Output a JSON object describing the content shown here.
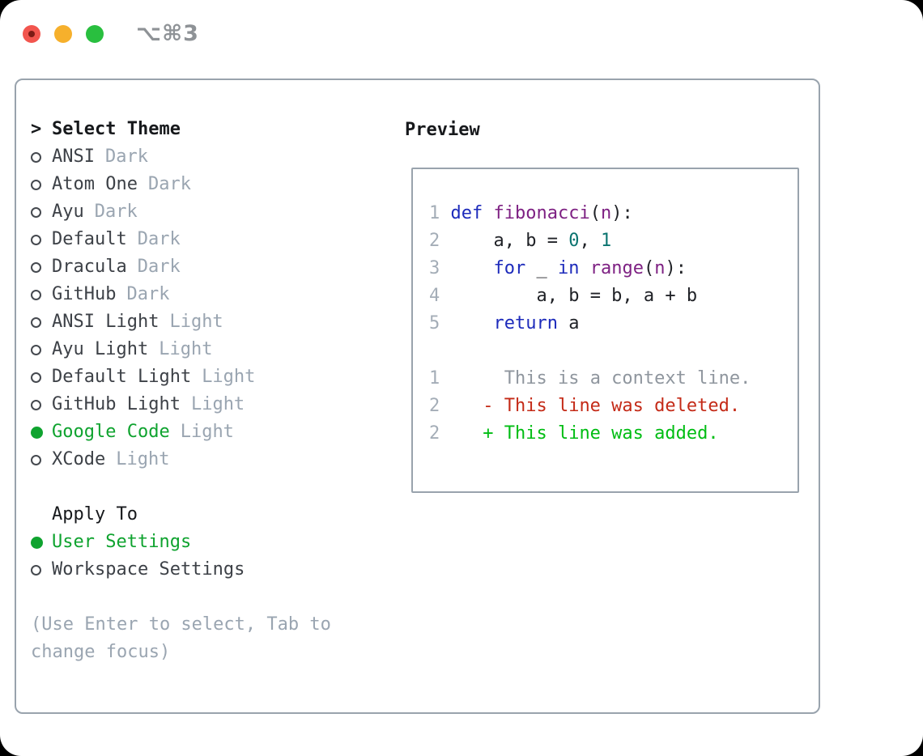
{
  "window": {
    "title": "⌥⌘3"
  },
  "theme_list": {
    "header_prefix": ">",
    "header": "Select Theme",
    "items": [
      {
        "name": "ANSI",
        "tag": "Dark",
        "selected": false
      },
      {
        "name": "Atom One",
        "tag": "Dark",
        "selected": false
      },
      {
        "name": "Ayu",
        "tag": "Dark",
        "selected": false
      },
      {
        "name": "Default",
        "tag": "Dark",
        "selected": false
      },
      {
        "name": "Dracula",
        "tag": "Dark",
        "selected": false
      },
      {
        "name": "GitHub",
        "tag": "Dark",
        "selected": false
      },
      {
        "name": "ANSI Light",
        "tag": "Light",
        "selected": false
      },
      {
        "name": "Ayu Light",
        "tag": "Light",
        "selected": false
      },
      {
        "name": "Default Light",
        "tag": "Light",
        "selected": false
      },
      {
        "name": "GitHub Light",
        "tag": "Light",
        "selected": false
      },
      {
        "name": "Google Code",
        "tag": "Light",
        "selected": true
      },
      {
        "name": "XCode",
        "tag": "Light",
        "selected": false
      }
    ]
  },
  "apply_to": {
    "header": "Apply To",
    "items": [
      {
        "name": "User Settings",
        "selected": true
      },
      {
        "name": "Workspace Settings",
        "selected": false
      }
    ]
  },
  "help": {
    "line1": "(Use Enter to select, Tab to",
    "line2": "change focus)"
  },
  "preview": {
    "header": "Preview",
    "lines": [
      {
        "num": "1",
        "indent": " ",
        "tokens": [
          {
            "t": "def",
            "c": "kw"
          },
          {
            "t": " ",
            "c": "pl"
          },
          {
            "t": "fibonacci",
            "c": "fn"
          },
          {
            "t": "(",
            "c": "pl"
          },
          {
            "t": "n",
            "c": "fn"
          },
          {
            "t": "):",
            "c": "pl"
          }
        ]
      },
      {
        "num": "2",
        "indent": "     ",
        "tokens": [
          {
            "t": "a, b = ",
            "c": "pl"
          },
          {
            "t": "0",
            "c": "lit"
          },
          {
            "t": ", ",
            "c": "pl"
          },
          {
            "t": "1",
            "c": "lit"
          }
        ]
      },
      {
        "num": "3",
        "indent": "     ",
        "tokens": [
          {
            "t": "for",
            "c": "kw"
          },
          {
            "t": " _ ",
            "c": "pl"
          },
          {
            "t": "in",
            "c": "kw"
          },
          {
            "t": " ",
            "c": "pl"
          },
          {
            "t": "range",
            "c": "fn"
          },
          {
            "t": "(",
            "c": "pl"
          },
          {
            "t": "n",
            "c": "fn"
          },
          {
            "t": "):",
            "c": "pl"
          }
        ]
      },
      {
        "num": "4",
        "indent": "         ",
        "tokens": [
          {
            "t": "a, b = b, a + b",
            "c": "pl"
          }
        ]
      },
      {
        "num": "5",
        "indent": "     ",
        "tokens": [
          {
            "t": "return",
            "c": "kw"
          },
          {
            "t": " a",
            "c": "pl"
          }
        ]
      },
      {
        "num": "",
        "indent": "",
        "tokens": []
      },
      {
        "num": "1",
        "indent": "      ",
        "tokens": [
          {
            "t": "This is a context line.",
            "c": "ctx"
          }
        ]
      },
      {
        "num": "2",
        "indent": "    ",
        "tokens": [
          {
            "t": "- This line was deleted.",
            "c": "del"
          }
        ]
      },
      {
        "num": "2",
        "indent": "    ",
        "tokens": [
          {
            "t": "+ This line was added.",
            "c": "add"
          }
        ]
      }
    ]
  },
  "colors": {
    "accent_green": "#0fa32f",
    "added_green": "#00bd13",
    "deleted_red": "#c42a17",
    "keyword_blue": "#1d2bbb",
    "function_purple": "#7e2183",
    "literal_teal": "#0b7470",
    "muted_gray": "#9aa5b1",
    "line_number_gray": "#a4adb7",
    "context_gray": "#8f969e",
    "border_gray": "#99a3ad",
    "text_dark": "#3d4147",
    "heading_black": "#17191c",
    "titlebar_gray": "#8e9296",
    "light_red": "#f2554e",
    "light_yellow": "#f6b02c",
    "light_green": "#29bf3f"
  }
}
